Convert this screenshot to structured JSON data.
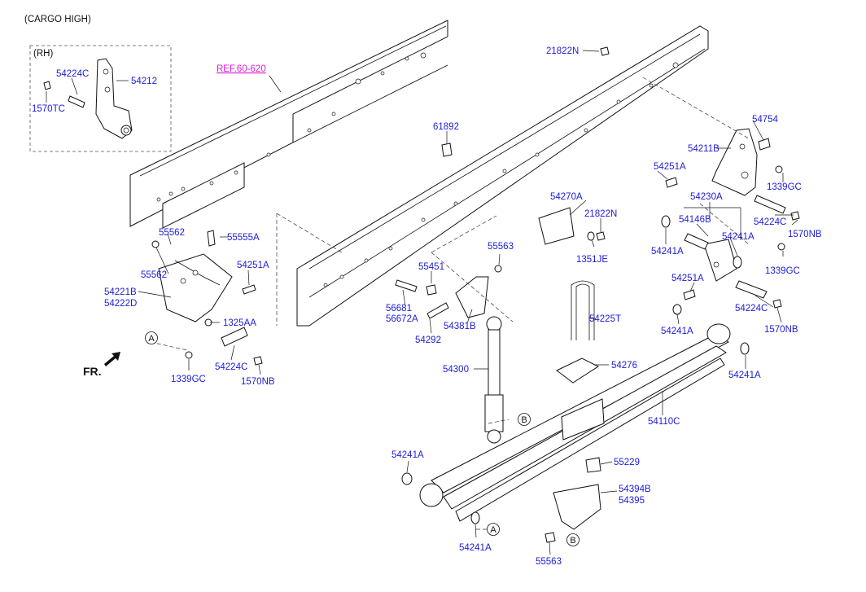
{
  "header": {
    "variant": "(CARGO HIGH)",
    "inset_side": "(RH)"
  },
  "reference": {
    "label": "REF.60-620"
  },
  "direction": {
    "label": "FR."
  },
  "circle_refs": {
    "a": "A",
    "b": "B"
  },
  "parts": {
    "p_54224C_inset": "54224C",
    "p_54212": "54212",
    "p_1570TC": "1570TC",
    "p_21822N_top": "21822N",
    "p_54754": "54754",
    "p_61892": "61892",
    "p_54211B": "54211B",
    "p_54251A_right": "54251A",
    "p_1339GC_r1": "1339GC",
    "p_54230A": "54230A",
    "p_54270A": "54270A",
    "p_21822N_mid": "21822N",
    "p_54146B": "54146B",
    "p_54224C_r1": "54224C",
    "p_1570NB_r1": "1570NB",
    "p_54241A_r1": "54241A",
    "p_54241A_r2": "54241A",
    "p_1351JE": "1351JE",
    "p_1339GC_r2": "1339GC",
    "p_55562_a": "55562",
    "p_55555A": "55555A",
    "p_55563_mid": "55563",
    "p_55562_b": "55562",
    "p_54251A_left": "54251A",
    "p_55451": "55451",
    "p_54251A_center": "54251A",
    "p_54221B": "54221B",
    "p_54222D": "54222D",
    "p_56681": "56681",
    "p_56672A": "56672A",
    "p_54224C_r2": "54224C",
    "p_1325AA": "1325AA",
    "p_54381B": "54381B",
    "p_54225T": "54225T",
    "p_54241A_r3": "54241A",
    "p_1570NB_r2": "1570NB",
    "p_54292": "54292",
    "p_54224C_left": "54224C",
    "p_1339GC_left": "1339GC",
    "p_1570NB_left": "1570NB",
    "p_54300": "54300",
    "p_54276": "54276",
    "p_54241A_r4": "54241A",
    "p_54110C": "54110C",
    "p_54241A_bl": "54241A",
    "p_55229": "55229",
    "p_54394B": "54394B",
    "p_54395": "54395",
    "p_54241A_bottom": "54241A",
    "p_55563_bottom": "55563"
  },
  "colors": {
    "part_number": "#1c1cd8",
    "reference": "#e01cd8",
    "line": "#111111"
  }
}
